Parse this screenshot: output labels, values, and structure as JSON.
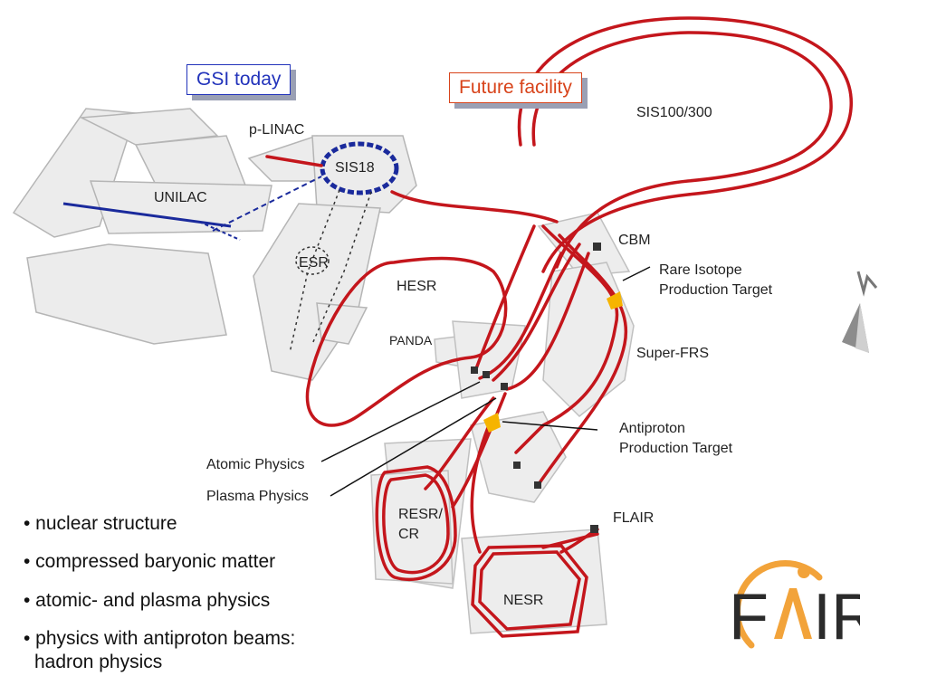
{
  "labels": {
    "gsi_today": "GSI today",
    "future_facility": "Future facility"
  },
  "facilities": {
    "sis100": "SIS100/300",
    "plinac": "p-LINAC",
    "sis18": "SIS18",
    "unilac": "UNILAC",
    "cbm": "CBM",
    "rare_isotope": [
      "Rare Isotope",
      "Production Target"
    ],
    "esr": "ESR",
    "hesr": "HESR",
    "panda": "PANDA",
    "super_frs": "Super-FRS",
    "antiproton": [
      "Antiproton",
      "Production Target"
    ],
    "atomic": "Atomic Physics",
    "plasma": "Plasma Physics",
    "resr": [
      "RESR/",
      "CR"
    ],
    "flair": "FLAIR",
    "nesr": "NESR"
  },
  "bullets": [
    "• nuclear structure",
    "• compressed baryonic matter",
    "• atomic- and plasma physics",
    "• physics with antiproton beams:",
    "hadron physics"
  ],
  "logo": {
    "text_left": "F",
    "text_right": "IR",
    "accent": "#f2a33a",
    "ink": "#2b2b2b"
  },
  "colors": {
    "beam": "#c4161c",
    "existing": "#1a2a9c",
    "blue_label": "#2233bb",
    "red_label": "#d8431a"
  }
}
